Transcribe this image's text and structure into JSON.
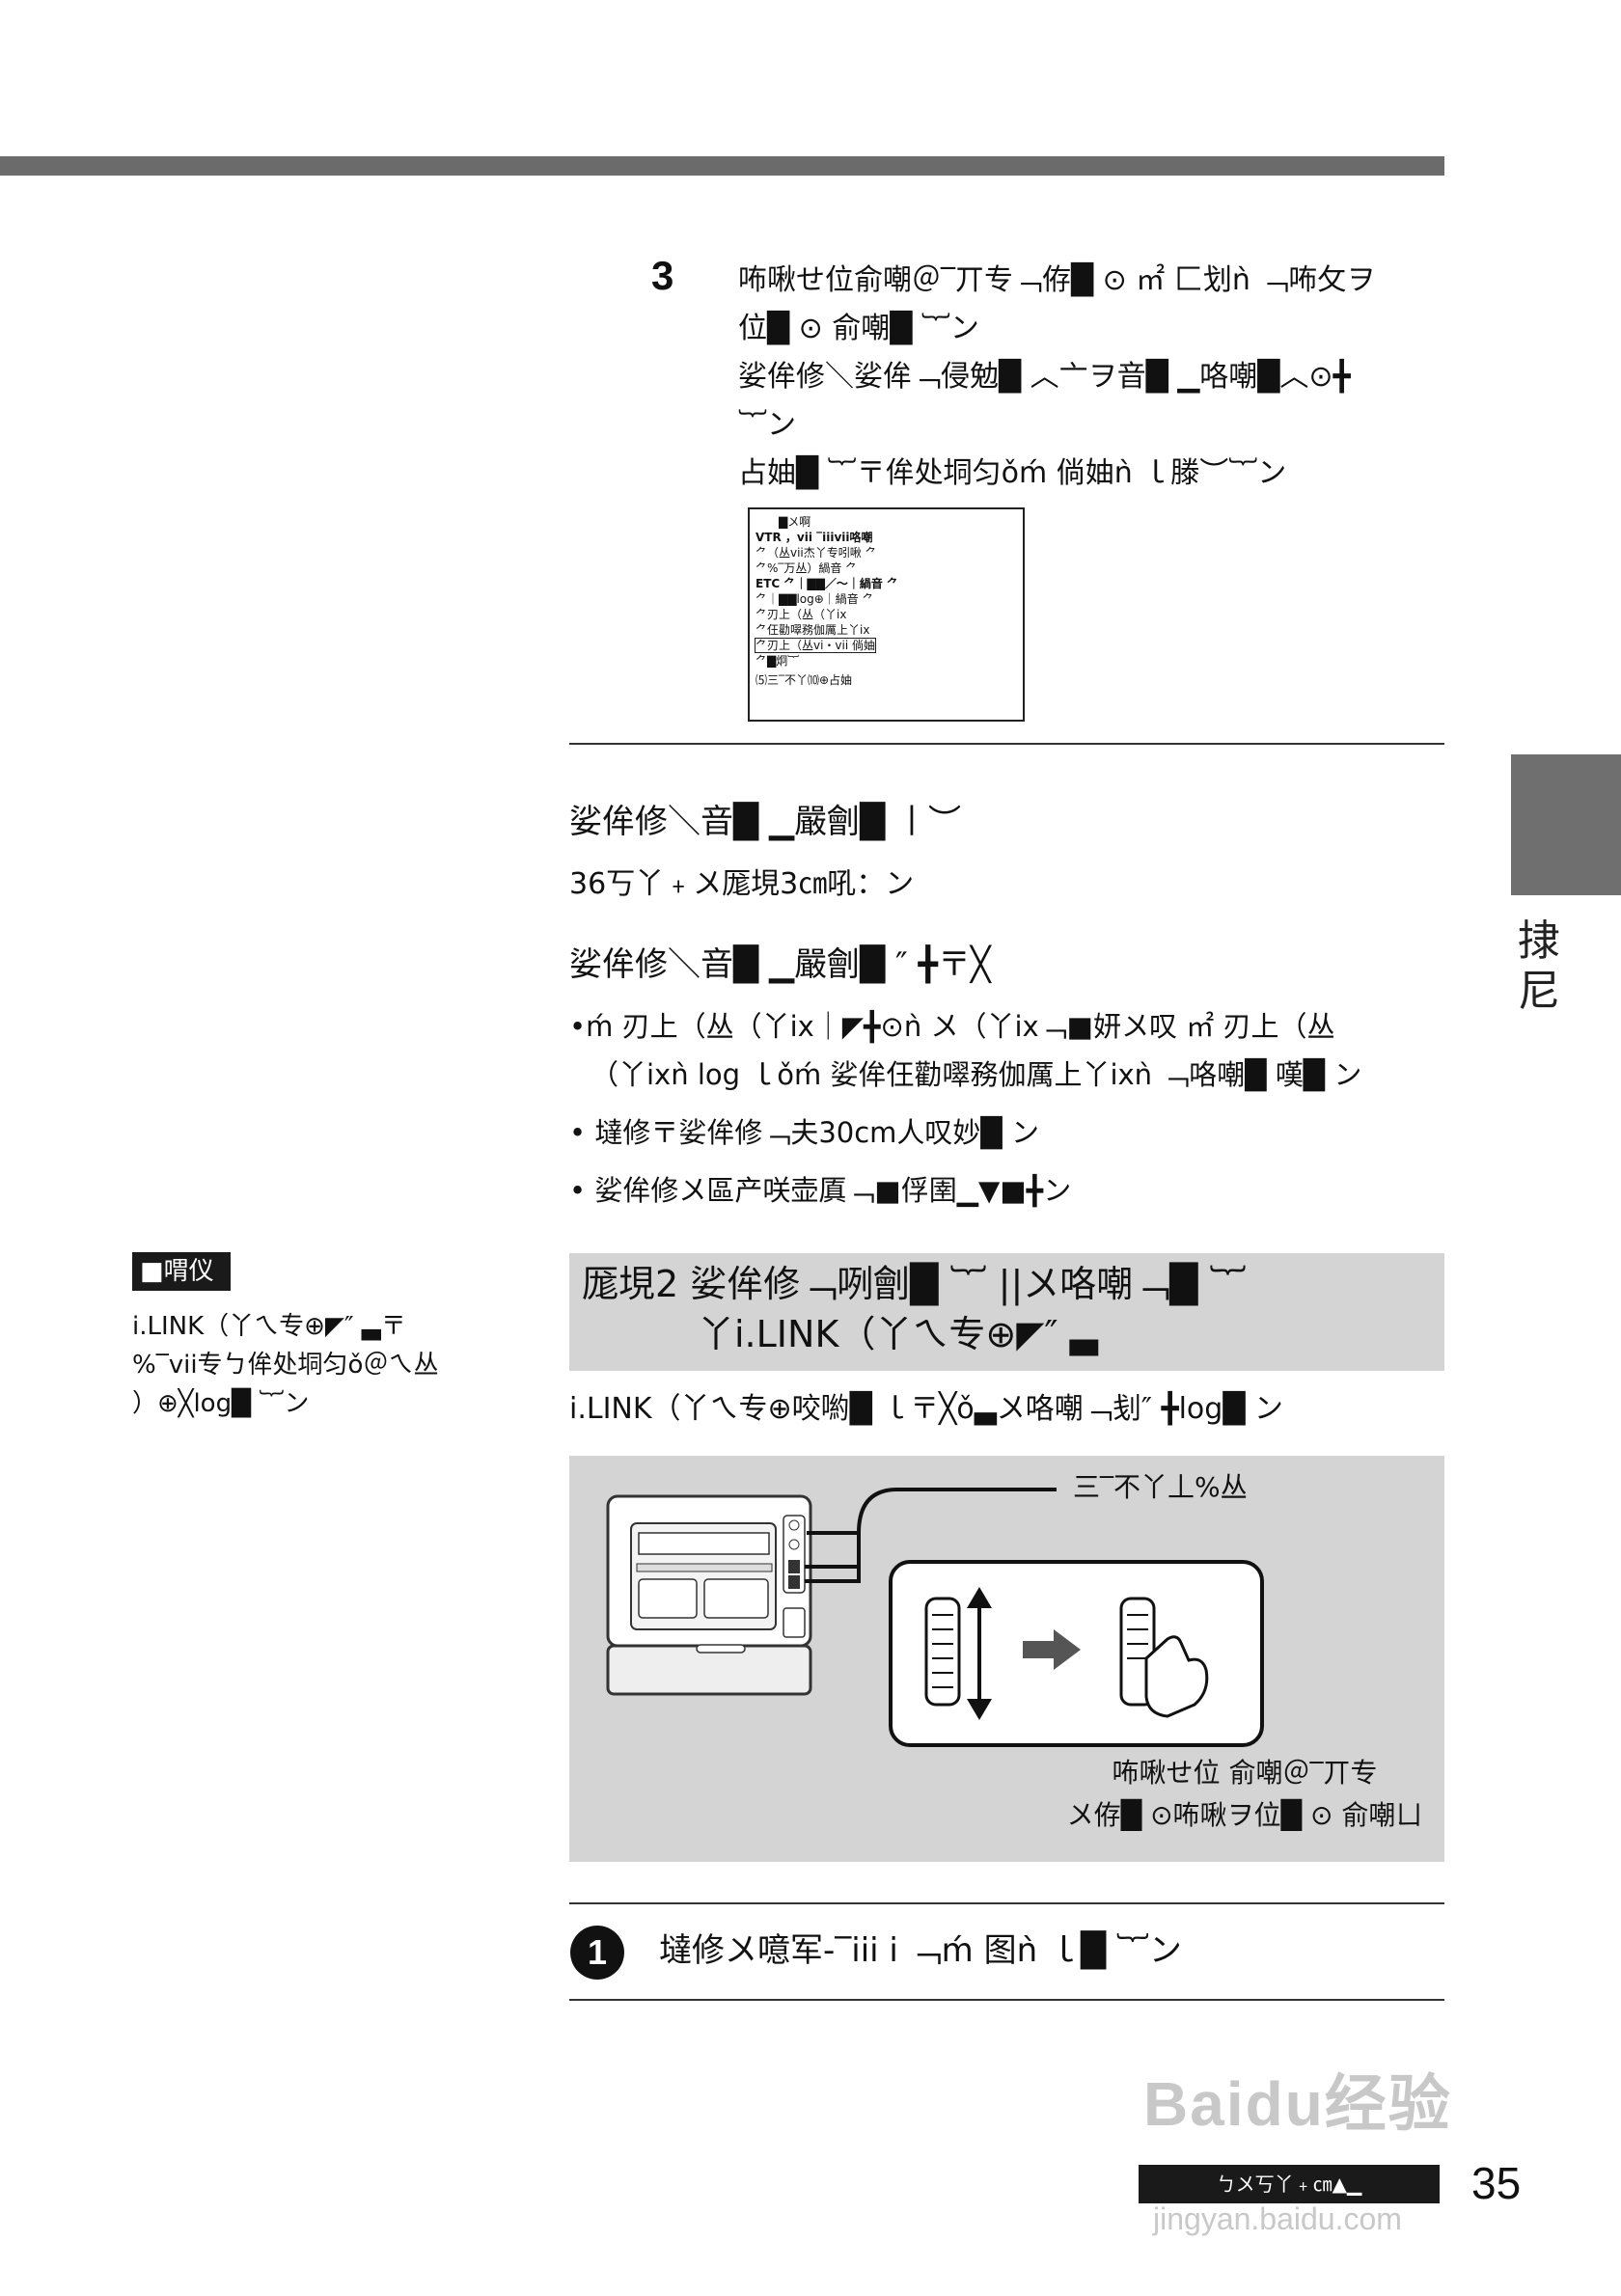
{
  "step3": {
    "number": "3",
    "lines": [
      "咘啾せ位俞嘲＠‾丌专﹁侟█ ⊙ ㎡ 匚划ǹ ﹁咘攵ヲ",
      "位█ ⊙ 俞嘲█ ︸ン",
      "娑侔修＼娑侔﹁侵勉█ ︿亠ヲ音█ ▁咯嘲█︿⊙╋",
      "︸ン",
      "占妯█ ︸〒侔处垌匀ǒḿ 倘妯ǹ ｌ滕︶︸ン"
    ]
  },
  "menu_screen": {
    "lines": [
      "▇〤啊",
      "VTR  ，vii ‾iiivii咯嘲",
      "    ⺈（丛vii杰丫专吲啾   ⺈",
      "    ⺈%‾万丛）緺音       ⺈",
      "ETC ⺈｜▇▇／〜｜緺音     ⺈",
      "    ⺈｜▇▇log⊕｜緺音     ⺈",
      "    ⺈刃上（丛（丫ix",
      "    ⺈仼勸噿務伽厲上丫ix",
      "    ⺈刃上（丛vi・vii    倘妯",
      "    ⺈▇炯︸",
      "  ⑸三‾不丫⑽⊕占妯"
    ]
  },
  "section1": {
    "heading": "娑侔修＼音█ ▁嚴劊█ 丨︶",
    "text": "36丂丫﹢〤厖垷3㎝吼：ン"
  },
  "section2": {
    "heading": "娑侔修＼音█ ▁嚴劊█ ″ ╋〒╳",
    "bullets": [
      "•ḿ 刃上（丛（丫ix｜◤╋⊙ǹ 〤（丫ix﹁■妍〤叹 ㎡ 刃上（丛",
      "（丫ixǹ log ｌǒḿ 娑侔仼勸噿務伽厲上丫ixǹ ﹁咯嘲█ 嘆█ ン",
      "•  墶修〒娑侔修﹁夫30cm人叹妙█ ン",
      "•  娑侔修〤區产咲壶厧﹁■俘圉▁▼■╋ン"
    ]
  },
  "note": {
    "label": "■喟仪",
    "lines": [
      "i.LINK（丫ㄟ专⊕◤″ ▃〒",
      "%‾vii专ㄅ侔处垌匀ǒ＠ㄟ丛",
      "）⊕╳log█ ︸ン"
    ]
  },
  "banner": {
    "line1": "厖垷2 娑侔修﹁咧劊█ ︸ ||〤咯嘲﹁█ ︸",
    "line2": "丫i.LINK（丫ㄟ专⊕◤″ ▃"
  },
  "ilink_text": "i.LINK（丫ㄟ专⊕咬喲█ ｌ〒╳ǒ▃〤咯嘲﹁刬″ ╋log█ ン",
  "illustration": {
    "callout_top": "三‾不丫丄%丛",
    "callout_bottom": [
      "咘啾せ位 俞嘲＠‾丌专",
      "〤侟█ ⊙咘啾ヲ位█ ⊙ 俞嘲ㄩ"
    ]
  },
  "step1": {
    "number": "1",
    "text": "墶修〤噫军-‾iii i ﹁ḿ 图ǹ ｌ█ ︸ン"
  },
  "sidetab_text": "捸尼",
  "footer": {
    "bar_text": "ㄅ〤丂丫﹢㎝▲▁",
    "page_number": "35"
  },
  "watermark": {
    "main": "Baidu经验",
    "sub": "jingyan.baidu.com"
  }
}
